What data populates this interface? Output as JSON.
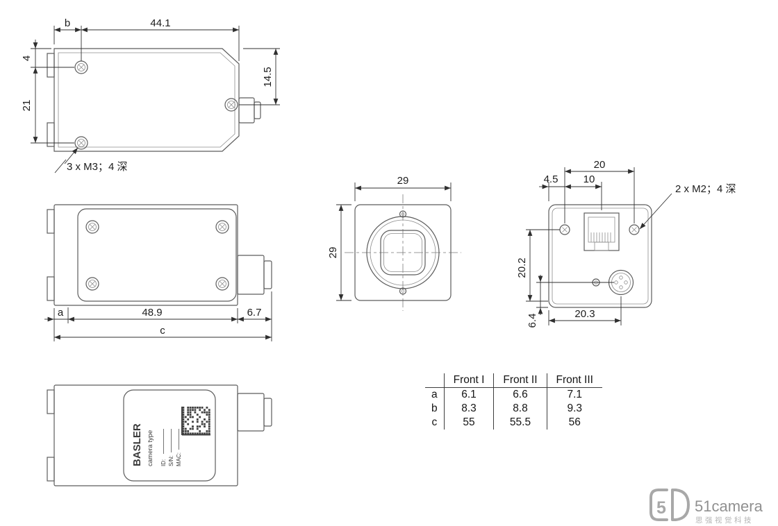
{
  "views": {
    "top": {
      "dim_b": "b",
      "dim_width": "44.1",
      "dim_4": "4",
      "dim_21": "21",
      "dim_145": "14.5",
      "note": "3 x M3；4 深"
    },
    "side": {
      "dim_a": "a",
      "dim_489": "48.9",
      "dim_67": "6.7",
      "dim_c": "c"
    },
    "bottom": {
      "brand": "BASLER",
      "camera_type": "camera type",
      "field_id": "ID:",
      "field_sn": "S/N:",
      "field_mac": "MAC:"
    },
    "front": {
      "dim_w": "29",
      "dim_h": "29"
    },
    "back": {
      "dim_20": "20",
      "dim_45": "4.5",
      "dim_10": "10",
      "dim_202": "20.2",
      "dim_64": "6.4",
      "dim_203": "20.3",
      "note": "2 x M2；4 深"
    }
  },
  "table": {
    "headers": [
      "Front I",
      "Front II",
      "Front III"
    ],
    "rows": [
      {
        "label": "a",
        "values": [
          "6.1",
          "6.6",
          "7.1"
        ]
      },
      {
        "label": "b",
        "values": [
          "8.3",
          "8.8",
          "9.3"
        ]
      },
      {
        "label": "c",
        "values": [
          "55",
          "55.5",
          "56"
        ]
      }
    ]
  },
  "watermark": {
    "logo_digit": "5",
    "brand": "51camera",
    "slogan": "思强视觉科技"
  }
}
